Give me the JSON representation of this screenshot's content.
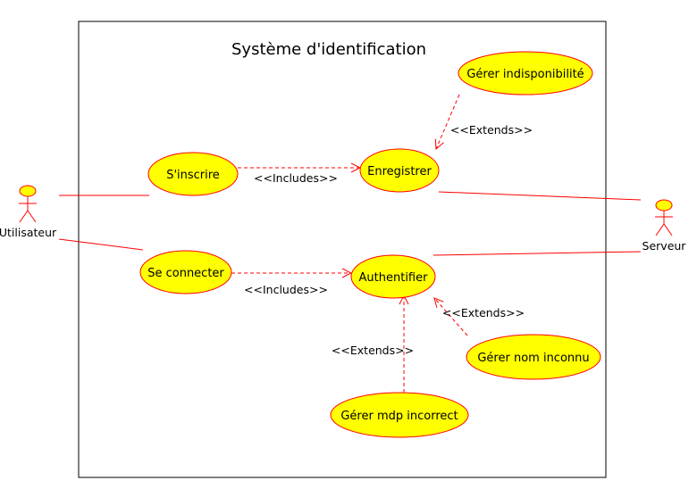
{
  "system": {
    "title": "Système d'identification"
  },
  "actors": {
    "user": "Utilisateur",
    "server": "Serveur"
  },
  "use_cases": {
    "sinscrire": "S'inscrire",
    "enregistrer": "Enregistrer",
    "gerer_indispo": "Gérer indisponibilité",
    "se_connecter": "Se connecter",
    "authentifier": "Authentifier",
    "gerer_nom": "Gérer nom inconnu",
    "gerer_mdp": "Gérer mdp incorrect"
  },
  "relations": {
    "includes_1": "<<Includes>>",
    "includes_2": "<<Includes>>",
    "extends_indispo": "<<Extends>>",
    "extends_nom": "<<Extends>>",
    "extends_mdp": "<<Extends>>"
  },
  "colors": {
    "use_case_fill": "#ffff00",
    "line": "#ff0000",
    "border": "#000000"
  }
}
